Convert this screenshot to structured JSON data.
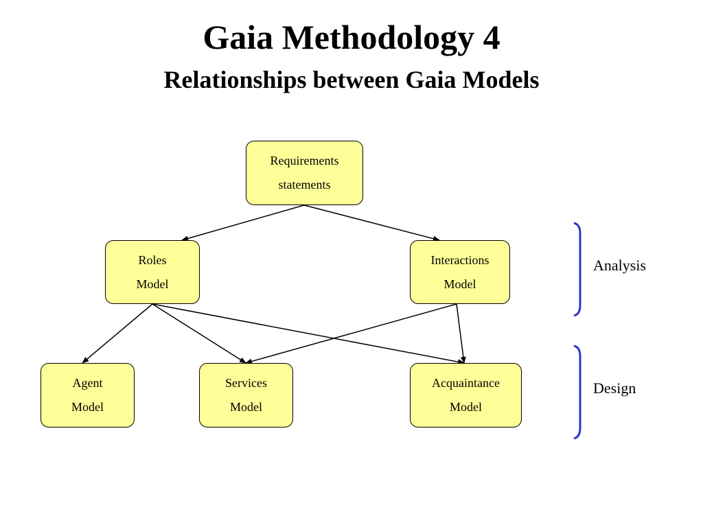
{
  "slide": {
    "title": "Gaia Methodology 4",
    "subtitle": "Relationships between Gaia Models"
  },
  "colors": {
    "node_fill": "#ffff99",
    "bracket": "#3333cc"
  },
  "nodes": {
    "requirements": {
      "line1": "Requirements",
      "line2": "statements"
    },
    "roles": {
      "line1": "Roles",
      "line2": "Model"
    },
    "interactions": {
      "line1": "Interactions",
      "line2": "Model"
    },
    "agent": {
      "line1": "Agent",
      "line2": "Model"
    },
    "services": {
      "line1": "Services",
      "line2": "Model"
    },
    "acquaintance": {
      "line1": "Acquaintance",
      "line2": "Model"
    }
  },
  "edges": [
    {
      "from": "requirements",
      "to": "roles"
    },
    {
      "from": "requirements",
      "to": "interactions"
    },
    {
      "from": "roles",
      "to": "agent"
    },
    {
      "from": "roles",
      "to": "services"
    },
    {
      "from": "roles",
      "to": "acquaintance"
    },
    {
      "from": "interactions",
      "to": "services"
    },
    {
      "from": "interactions",
      "to": "acquaintance"
    }
  ],
  "phases": {
    "analysis": "Analysis",
    "design": "Design"
  }
}
